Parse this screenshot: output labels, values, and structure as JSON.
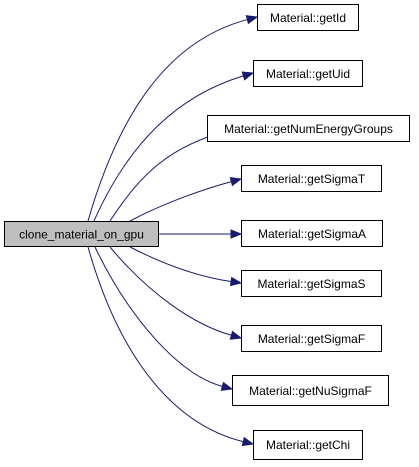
{
  "graph": {
    "root": {
      "label": "clone_material_on_gpu"
    },
    "callees": [
      {
        "label": "Material::getId"
      },
      {
        "label": "Material::getUid"
      },
      {
        "label": "Material::getNumEnergyGroups"
      },
      {
        "label": "Material::getSigmaT"
      },
      {
        "label": "Material::getSigmaA"
      },
      {
        "label": "Material::getSigmaS"
      },
      {
        "label": "Material::getSigmaF"
      },
      {
        "label": "Material::getNuSigmaF"
      },
      {
        "label": "Material::getChi"
      }
    ],
    "colors": {
      "edge": "#191970",
      "root_fill": "#bfbfbf",
      "node_fill": "#ffffff",
      "border": "#000000"
    }
  }
}
